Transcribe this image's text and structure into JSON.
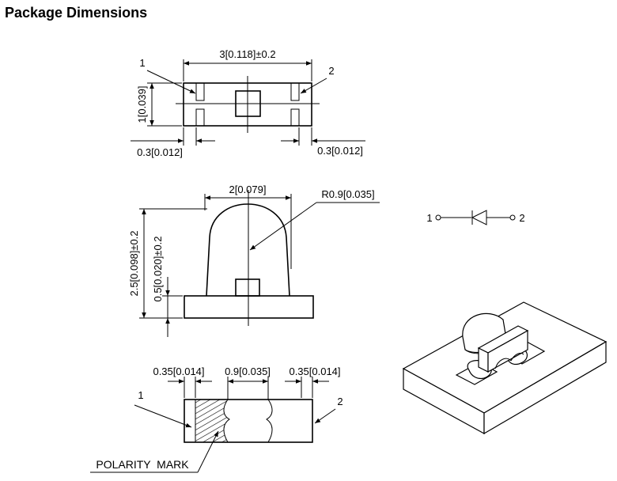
{
  "title": "Package Dimensions",
  "top_view": {
    "pin1": "1",
    "pin2": "2",
    "width": "3[0.118]±0.2",
    "height": "1[0.039]",
    "pad_left": "0.3[0.012]",
    "pad_right": "0.3[0.012]"
  },
  "side_view": {
    "lens_width": "2[0.079]",
    "radius": "R0.9[0.035]",
    "total_height": "2.5[0.098]±0.2",
    "base_height": "0.5[0.020]±0.2"
  },
  "bottom_view": {
    "dim_left": "0.35[0.014]",
    "dim_center": "0.9[0.035]",
    "dim_right": "0.35[0.014]",
    "pin1": "1",
    "pin2": "2",
    "polarity": "POLARITY  MARK"
  },
  "schematic": {
    "pin1": "1",
    "pin2": "2"
  }
}
